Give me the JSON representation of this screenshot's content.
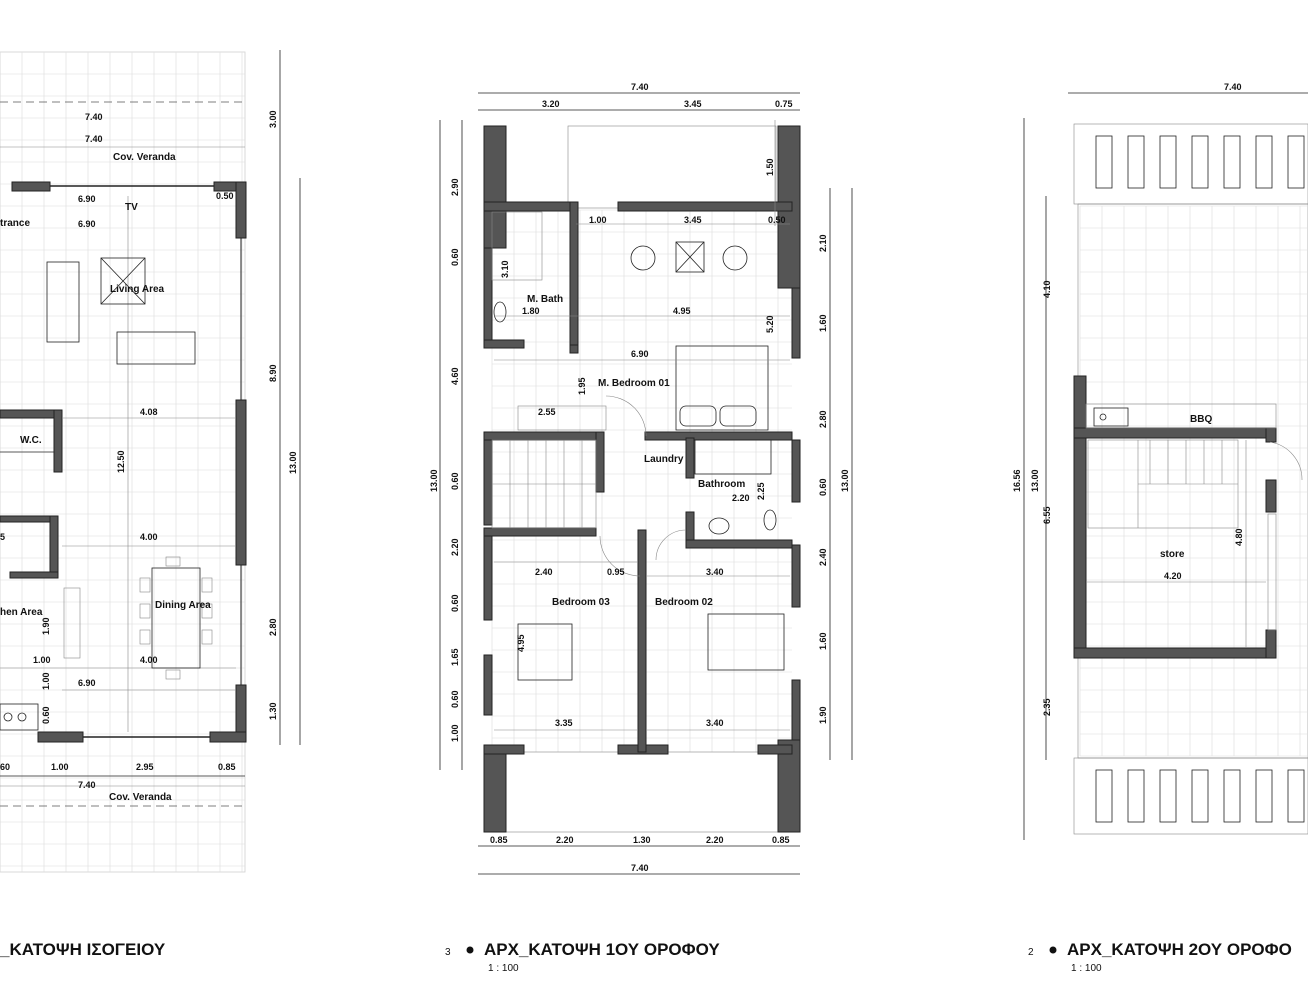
{
  "plans": {
    "ground": {
      "title": "_ΚΑΤΟΨΗ ΙΣΟΓΕΙΟΥ",
      "rooms": {
        "entrance": "trance",
        "tv": "TV",
        "living": "Living Area",
        "wc": "W.C.",
        "kitchen": "hen Area",
        "dining": "Dining Area",
        "veranda_top": "Cov. Veranda",
        "veranda_bottom": "Cov. Veranda"
      },
      "dims": {
        "top1": "7.40",
        "top2": "7.40",
        "d690a": "6.90",
        "d050": "0.50",
        "d690b": "6.90",
        "d408": "4.08",
        "d1250": "12.50",
        "d400a": "4.00",
        "d5": "5",
        "d190": "1.90",
        "d100a": "1.00",
        "d400b": "4.00",
        "d100b": "1.00",
        "d690c": "6.90",
        "d060": "0.60",
        "b160": "60",
        "b100": "1.00",
        "b295": "2.95",
        "b085": "0.85",
        "b740": "7.40",
        "r300": "3.00",
        "r890": "8.90",
        "r1300": "13.00",
        "r280": "2.80",
        "r130": "1.30"
      }
    },
    "first": {
      "number": "3",
      "title": "ΑΡΧ_ΚΑΤΟΨΗ 1ΟΥ ΟΡΟΦΟΥ",
      "scale": "1 : 100",
      "rooms": {
        "mbath": "M. Bath",
        "mbed": "M. Bedroom 01",
        "laundry": "Laundry",
        "bathroom": "Bathroom",
        "bed03": "Bedroom 03",
        "bed02": "Bedroom 02"
      },
      "dims": {
        "top740": "7.40",
        "top320": "3.20",
        "top345": "3.45",
        "top075": "0.75",
        "i100": "1.00",
        "i345": "3.45",
        "i050": "0.50",
        "i150": "1.50",
        "i310": "3.10",
        "i180": "1.80",
        "i495a": "4.95",
        "i520": "5.20",
        "i690": "6.90",
        "i195": "1.95",
        "i255": "2.55",
        "i220a": "2.20",
        "i225": "2.25",
        "i240a": "2.40",
        "i095": "0.95",
        "i340a": "3.40",
        "i495b": "4.95",
        "i335": "3.35",
        "i340b": "3.40",
        "b085a": "0.85",
        "b220a": "2.20",
        "b130": "1.30",
        "b220b": "2.20",
        "b085b": "0.85",
        "b740": "7.40",
        "l290": "2.90",
        "l060a": "0.60",
        "l460": "4.60",
        "l1300": "13.00",
        "l060b": "0.60",
        "l220": "2.20",
        "l060c": "0.60",
        "l165": "1.65",
        "l060d": "0.60",
        "l100": "1.00",
        "r210": "2.10",
        "r160a": "1.60",
        "r280": "2.80",
        "r060": "0.60",
        "r1300": "13.00",
        "r240": "2.40",
        "r160b": "1.60",
        "r190": "1.90"
      }
    },
    "second": {
      "number": "2",
      "title": "ΑΡΧ_ΚΑΤΟΨΗ 2ΟΥ ΟΡΟΦΟ",
      "scale": "1 : 100",
      "rooms": {
        "bbq": "BBQ",
        "store": "store"
      },
      "dims": {
        "top740": "7.40",
        "l1656": "16.56",
        "l1300": "13.00",
        "l410": "4.10",
        "l655": "6.55",
        "l235": "2.35",
        "i480": "4.80",
        "i420": "4.20"
      }
    }
  }
}
